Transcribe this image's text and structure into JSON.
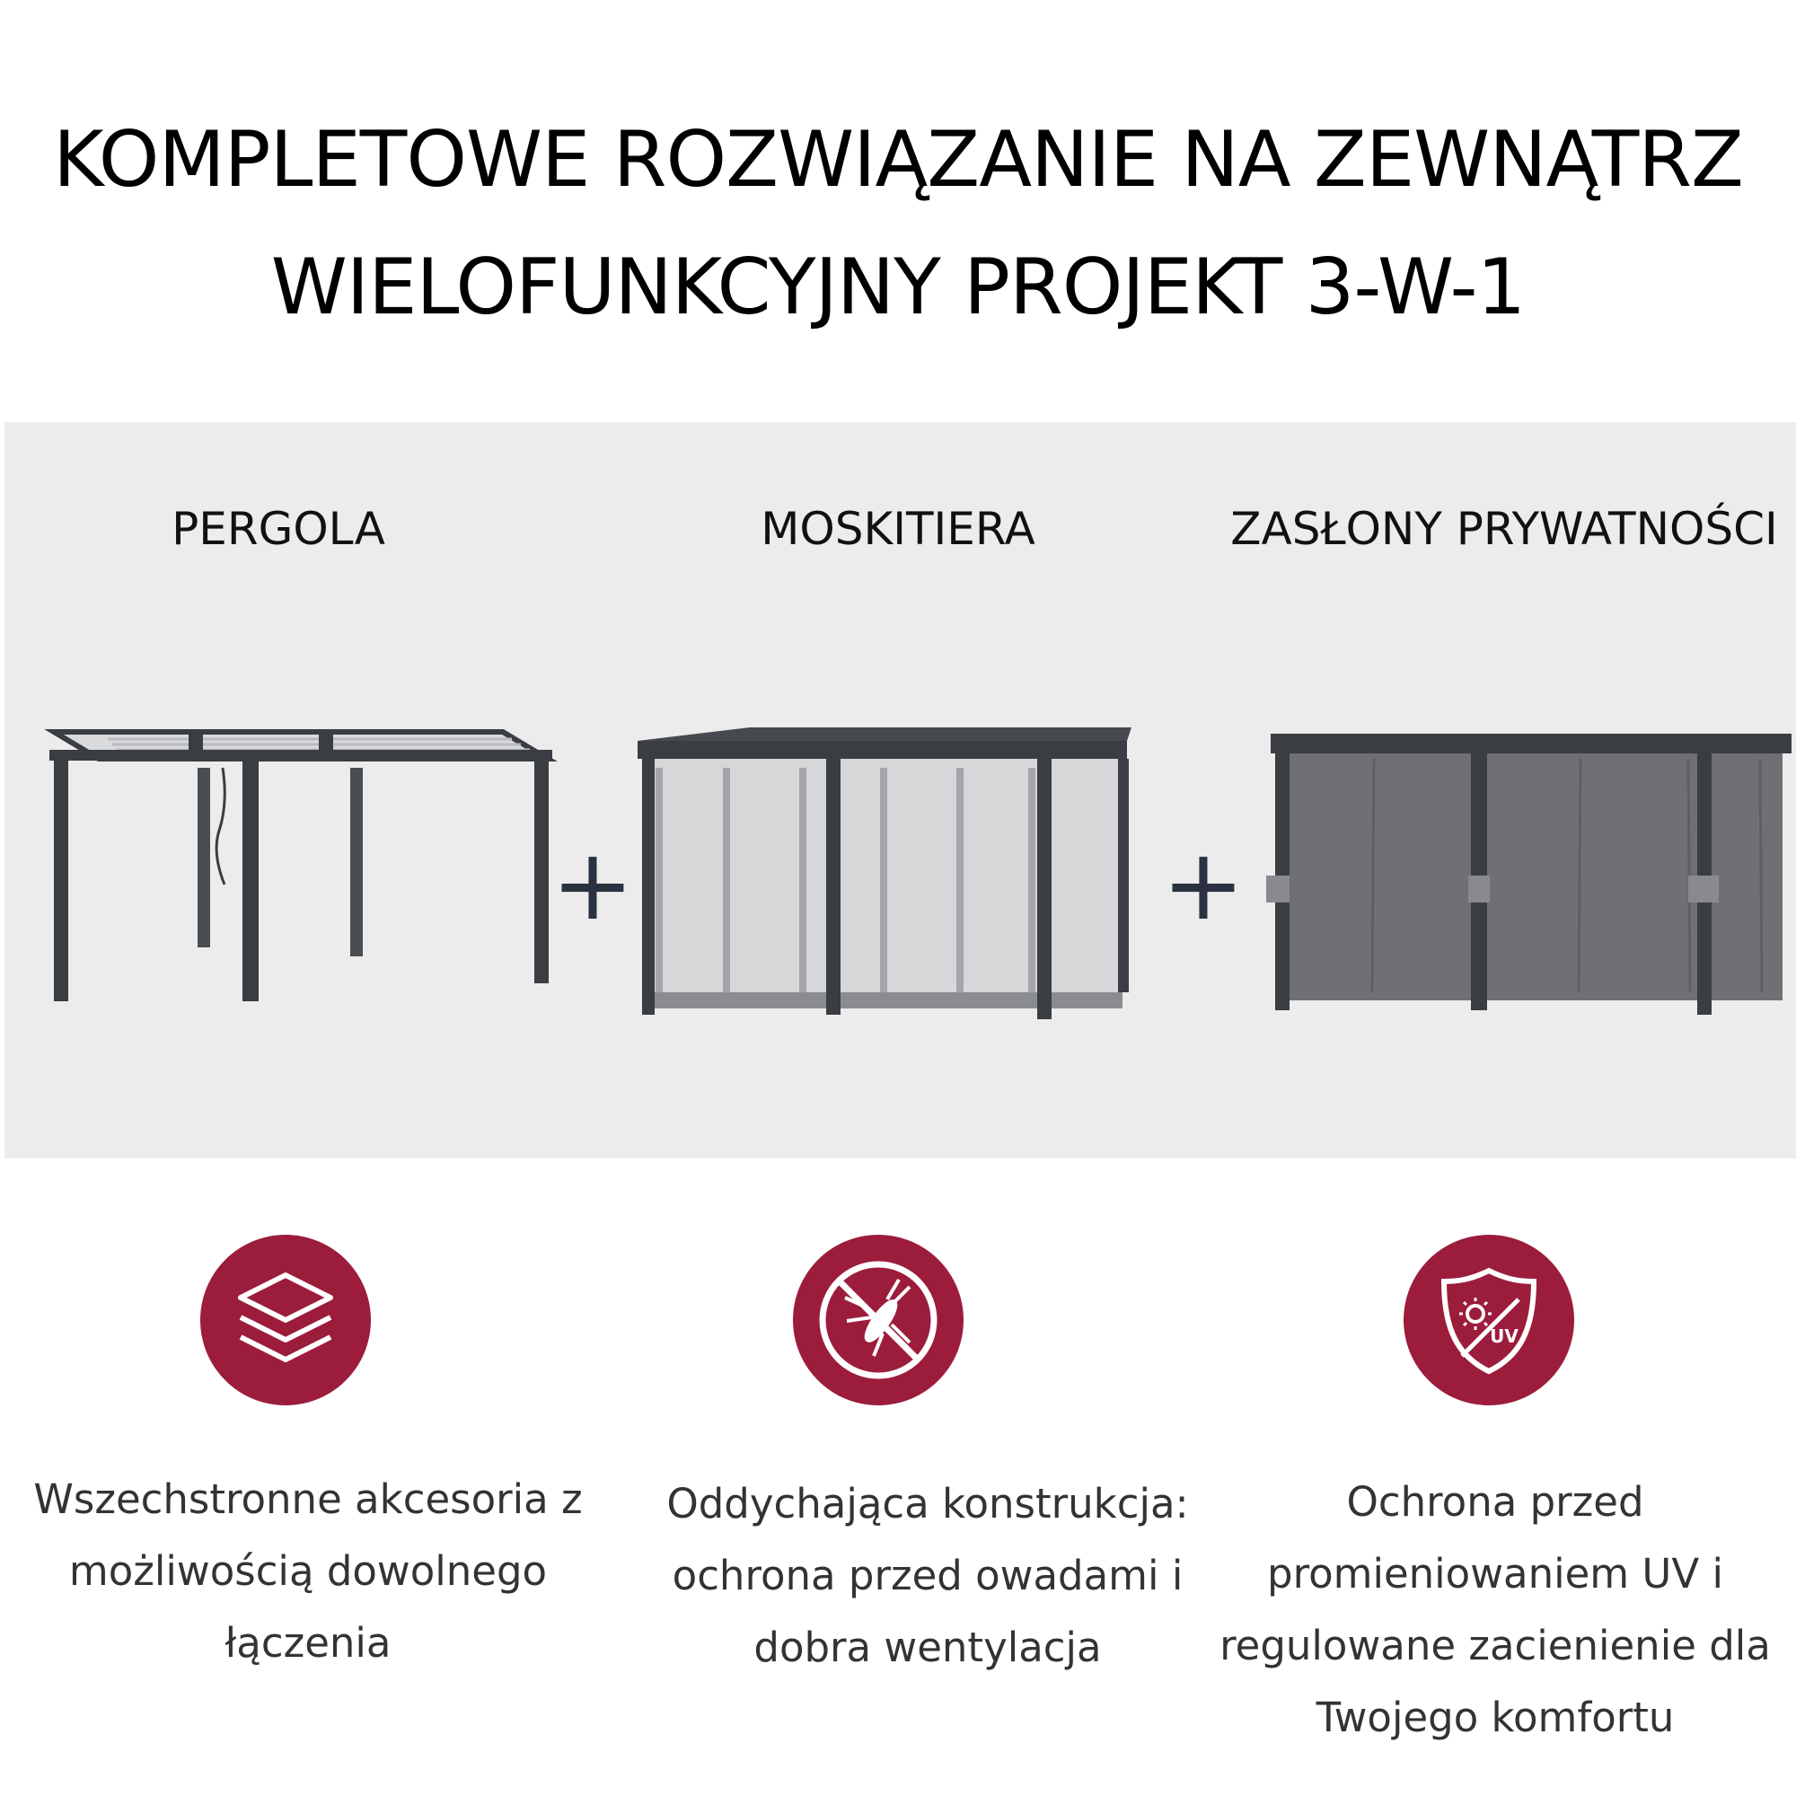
{
  "header": {
    "line1": "KOMPLETOWE ROZWIĄZANIE NA ZEWNĄTRZ",
    "line2": "WIELOFUNKCYJNY PROJEKT 3-W-1"
  },
  "products": [
    {
      "label": "PERGOLA"
    },
    {
      "label": "MOSKITIERA"
    },
    {
      "label": "ZASŁONY PRYWATNOŚCI"
    }
  ],
  "plus_sign": "+",
  "features": [
    {
      "icon": "layers-icon",
      "lines": [
        "Wszechstronne akcesoria z",
        "możliwością dowolnego",
        "łączenia"
      ]
    },
    {
      "icon": "no-mosquito-icon",
      "lines": [
        "Oddychająca konstrukcja:",
        "ochrona przed owadami i",
        "dobra wentylacja"
      ]
    },
    {
      "icon": "uv-shield-icon",
      "lines": [
        "Ochrona przed",
        "promieniowaniem UV i",
        "regulowane zacienienie dla",
        "Twojego komfortu"
      ],
      "icon_text": "UV"
    }
  ],
  "colors": {
    "accent": "#9c1c3c",
    "panel_bg": "#ececec",
    "frame": "#3a3d42",
    "curtain": "#6e7073"
  }
}
